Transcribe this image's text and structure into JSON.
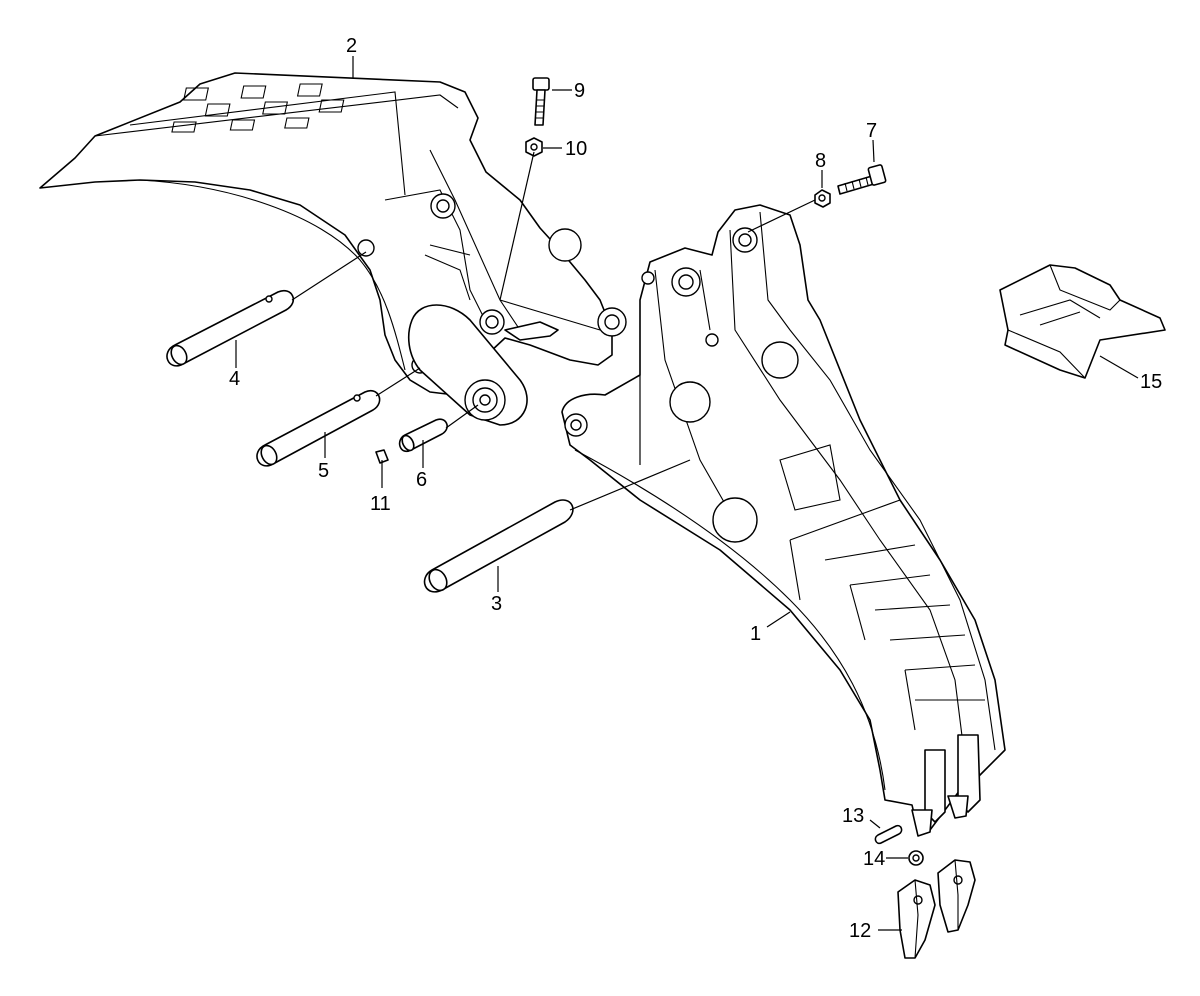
{
  "callouts": {
    "p1": "1",
    "p2": "2",
    "p3": "3",
    "p4": "4",
    "p5": "5",
    "p6": "6",
    "p7": "7",
    "p8": "8",
    "p9": "9",
    "p10": "10",
    "p11": "11",
    "p12": "12",
    "p13": "13",
    "p14": "14",
    "p15": "15"
  },
  "colors": {
    "line": "#000000",
    "background": "#ffffff"
  }
}
